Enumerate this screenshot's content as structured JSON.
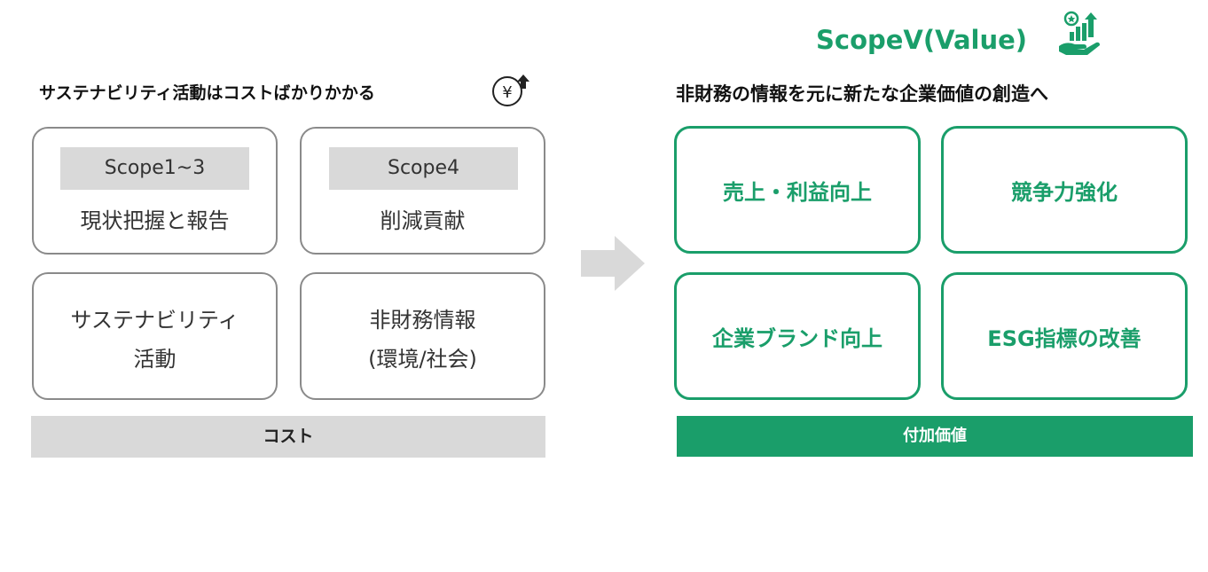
{
  "left": {
    "heading": "サステナビリティ活動はコストばかりかかる",
    "boxes": {
      "top_left": {
        "tag": "Scope1~3",
        "text": "現状把握と報告"
      },
      "top_right": {
        "tag": "Scope4",
        "text": "削減貢献"
      },
      "bottom_left": {
        "line1": "サステナビリティ",
        "line2": "活動"
      },
      "bottom_right": {
        "line1": "非財務情報",
        "line2": "(環境/社会)"
      }
    },
    "footer": "コスト"
  },
  "right": {
    "title": "ScopeV(Value)",
    "heading": "非財務の情報を元に新たな企業価値の創造へ",
    "boxes": {
      "top_left": "売上・利益向上",
      "top_right": "競争力強化",
      "bottom_left": "企業ブランド向上",
      "bottom_right": "ESG指標の改善"
    },
    "footer": "付加価値"
  },
  "icons": {
    "yen": "yen-coin-up-icon",
    "arrow": "right-arrow-icon",
    "growth": "hand-growth-chart-icon"
  },
  "colors": {
    "green": "#1a9e6a",
    "gray_fill": "#d9d9d9",
    "gray_border": "#8a8a8a",
    "arrow": "#d9d9d9"
  }
}
